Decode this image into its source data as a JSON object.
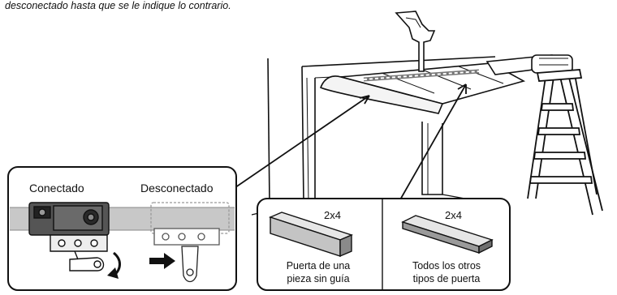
{
  "caption": "desconectado hasta que se le indique lo contrario.",
  "inset_trolley": {
    "connected_label": "Conectado",
    "disconnected_label": "Desconectado"
  },
  "inset_board": {
    "left": {
      "size_label": "2x4",
      "line1": "Puerta de una",
      "line2": "pieza sin guía"
    },
    "right": {
      "size_label": "2x4",
      "line1": "Todos los otros",
      "line2": "tipos de puerta"
    }
  }
}
